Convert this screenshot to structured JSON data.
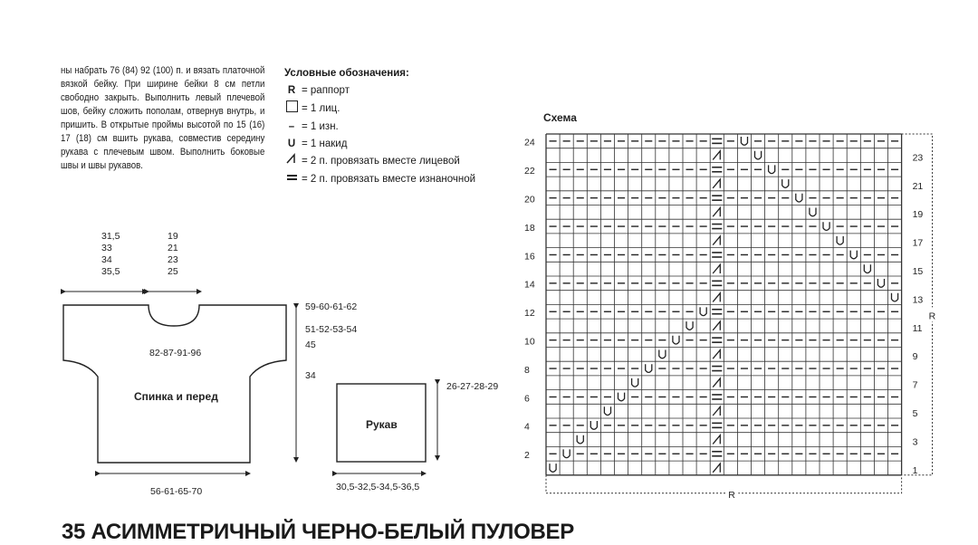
{
  "instructions": "ны набрать 76 (84) 92 (100) п. и вязать платочной вязкой бейку. При ширине бейки 8 см петли свободно закрыть. Выполнить левый плечевой шов, бейку сложить пополам, отвернув внутрь, и пришить. В открытые проймы высотой по 15 (16) 17 (18) см вшить рукава, совместив середину рукава с плечевым швом. Выполнить боковые швы и швы рукавов.",
  "legend": {
    "title": "Условные обозначения:",
    "items": [
      {
        "symbol": "R",
        "text": "= раппорт",
        "icon": "bold-r"
      },
      {
        "symbol": "",
        "text": "= 1 лиц.",
        "icon": "empty-square"
      },
      {
        "symbol": "–",
        "text": "= 1 изн.",
        "icon": "dash"
      },
      {
        "symbol": "U",
        "text": "= 1 накид",
        "icon": "yarn-over"
      },
      {
        "symbol": "⁄",
        "text": "= 2 п. провязать вместе лицевой",
        "icon": "k2tog"
      },
      {
        "symbol": "=",
        "text": "= 2 п. провязать вместе изнаночной",
        "icon": "p2tog"
      }
    ]
  },
  "schematic": {
    "top_left_sizes": [
      "31,5",
      "33",
      "34",
      "35,5"
    ],
    "top_right_sizes": [
      "19",
      "21",
      "23",
      "25"
    ],
    "width_body": "82-87-91-96",
    "height_total": "59-60-61-62",
    "height_upper": "51-52-53-54",
    "armhole_45": "45",
    "armhole_34": "34",
    "body_label": "Спинка и перед",
    "bottom_width": "56-61-65-70",
    "sleeve_label": "Рукав",
    "sleeve_height": "26-27-28-29",
    "sleeve_width": "30,5-32,5-34,5-36,5"
  },
  "chart": {
    "title": "Схема",
    "left_row_labels": [
      "24",
      "22",
      "20",
      "18",
      "16",
      "14",
      "12",
      "10",
      "8",
      "6",
      "4",
      "2"
    ],
    "right_row_labels": [
      "23",
      "21",
      "19",
      "17",
      "15",
      "13",
      "11",
      "9",
      "7",
      "5",
      "3",
      "1"
    ],
    "repeat_label": "R",
    "bottom_repeat_label": "R",
    "columns": 26,
    "rows": 24
  },
  "bottom_title": "35 АСИММЕТРИЧНЫЙ ЧЕРНО-БЕЛЫЙ ПУЛОВЕР"
}
